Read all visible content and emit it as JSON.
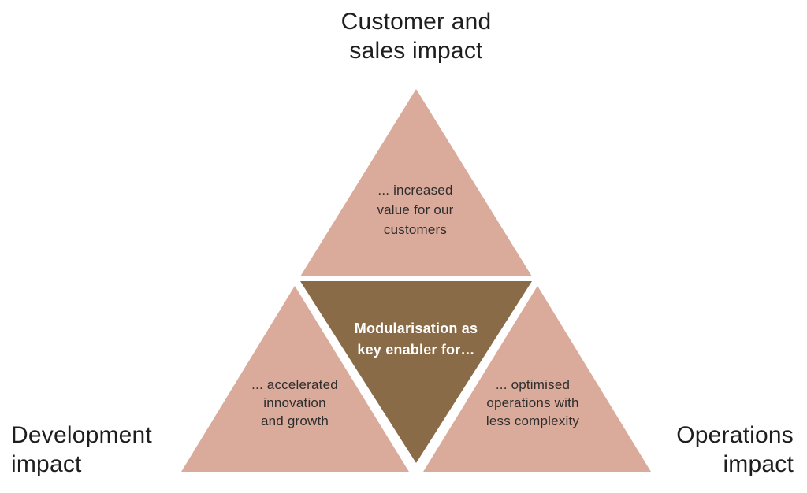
{
  "colors": {
    "triangle_light": "#daab9b",
    "triangle_dark": "#8a6b48",
    "axis_label_text": "#1e1e1e",
    "triangle_body_text": "#2d2d2d",
    "center_text": "#ffffff",
    "background": "#ffffff"
  },
  "axis_labels": {
    "top": "Customer and\nsales impact",
    "bottom_left": "Development\nimpact",
    "bottom_right": "Operations\nimpact"
  },
  "pyramid": {
    "center_text": "Modularisation as\nkey enabler for…",
    "top_text": "... increased\nvalue for our\ncustomers",
    "left_text": "... accelerated\ninnovation\nand growth",
    "right_text": "... optimised\noperations with\nless complexity"
  }
}
